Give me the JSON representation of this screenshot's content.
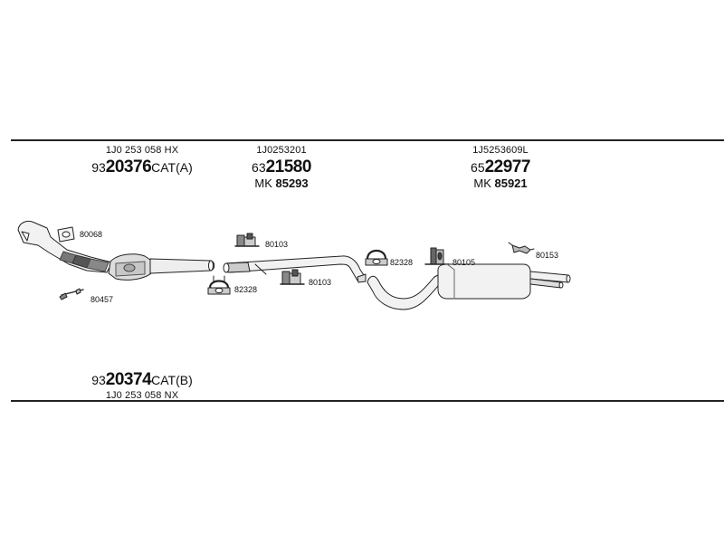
{
  "header": {
    "cat_a": {
      "oe_number": "1J0 253 058 HX",
      "code_prefix": "93",
      "code_bold": "20376",
      "code_suffix": "CAT(A)"
    },
    "middle_pipe": {
      "oe_number": "1J0253201",
      "code_prefix": "63",
      "code_bold": "21580",
      "mk_prefix": "MK",
      "mk_number": "85293"
    },
    "rear_silencer": {
      "oe_number": "1J5253609L",
      "code_prefix": "65",
      "code_bold": "22977",
      "mk_prefix": "MK",
      "mk_number": "85921"
    }
  },
  "footer": {
    "cat_b": {
      "code_prefix": "93",
      "code_bold": "20374",
      "code_suffix": "CAT(B)",
      "oe_number": "1J0 253 058 NX"
    }
  },
  "parts": {
    "gasket": "80068",
    "bolt": "80457",
    "clamp_front": "82328",
    "bracket_upper": "80103",
    "bracket_lower": "80103",
    "clamp_rear": "82328",
    "rubber_mount": "80105",
    "hanger": "80153"
  },
  "colors": {
    "line": "#222222",
    "part_fill": "#f2f2f2",
    "part_shade": "#9a9a9a"
  }
}
